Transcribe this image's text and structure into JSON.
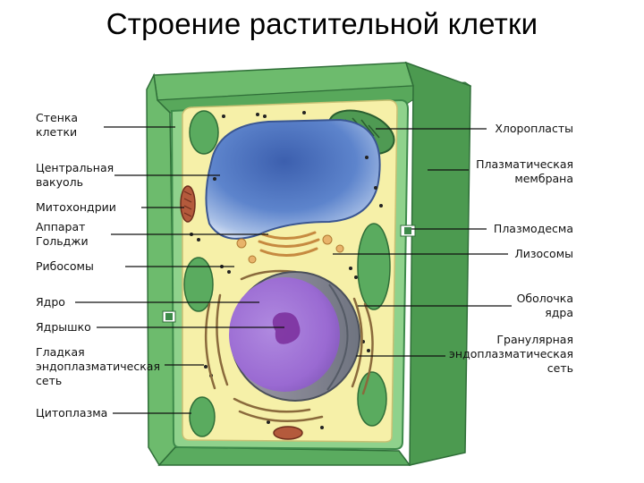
{
  "title": "Строение растительной клетки",
  "labels": {
    "cell_wall": [
      "Стенка",
      "клетки"
    ],
    "central_vacuole": [
      "Центральная",
      "вакуоль"
    ],
    "mitochondria": [
      "Митохондрии"
    ],
    "golgi": [
      "Аппарат",
      "Гольджи"
    ],
    "ribosomes": [
      "Рибосомы"
    ],
    "nucleus": [
      "Ядро"
    ],
    "nucleolus": [
      "Ядрышко"
    ],
    "smooth_er": [
      "Гладкая",
      "эндоплазматическая",
      "сеть"
    ],
    "cytoplasm": [
      "Цитоплазма"
    ],
    "chloroplasts": [
      "Хлоропласты"
    ],
    "plasma_membrane": [
      "Плазматическая",
      "мембрана"
    ],
    "plasmodesma": [
      "Плазмодесма"
    ],
    "lysosomes": [
      "Лизосомы"
    ],
    "nuclear_envelope": [
      "Оболочка",
      "ядра"
    ],
    "rough_er": [
      "Гранулярная",
      "эндоплазматическая",
      "сеть"
    ]
  },
  "colors": {
    "wall_dark": "#3d8a4a",
    "wall_mid": "#5aab5f",
    "wall_light": "#7cc67c",
    "cytoplasm": "#f6f0a8",
    "vacuole": "#4c72c0",
    "nucleus": "#9b6fd0",
    "nucleolus": "#7a2d9b",
    "mitochondria": "#b45a3c",
    "golgi": "#d9a35e",
    "line": "#111111"
  }
}
